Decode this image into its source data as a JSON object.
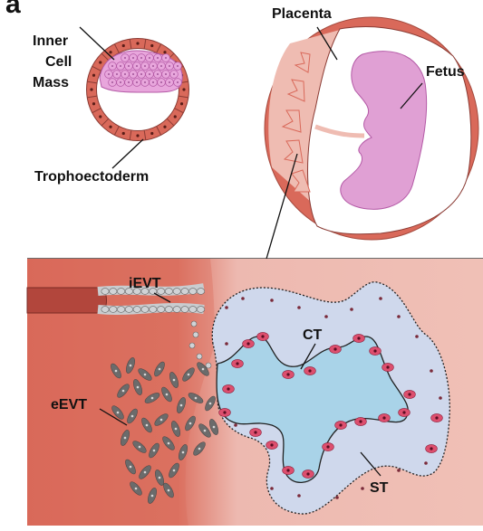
{
  "panel_letter": "a",
  "blastocyst": {
    "label_icm_line1": "Inner",
    "label_icm_line2": "Cell",
    "label_icm_line3": "Mass",
    "label_trophectoderm": "Trophoectoderm"
  },
  "uterus": {
    "label_placenta": "Placenta",
    "label_fetus": "Fetus"
  },
  "interface": {
    "label_ievt": "iEVT",
    "label_eevt": "eEVT",
    "label_ct": "CT",
    "label_st": "ST"
  },
  "colors": {
    "decidua": "#d9695a",
    "decidua_light": "#efbcb2",
    "cell_pink": "#dd4f6e",
    "icm": "#e8a6dc",
    "fetus": "#e0a0d4",
    "villus": "#a9d3e8",
    "st_layer": "#cfd8ec",
    "evt_grey": "#6b6b6b"
  }
}
